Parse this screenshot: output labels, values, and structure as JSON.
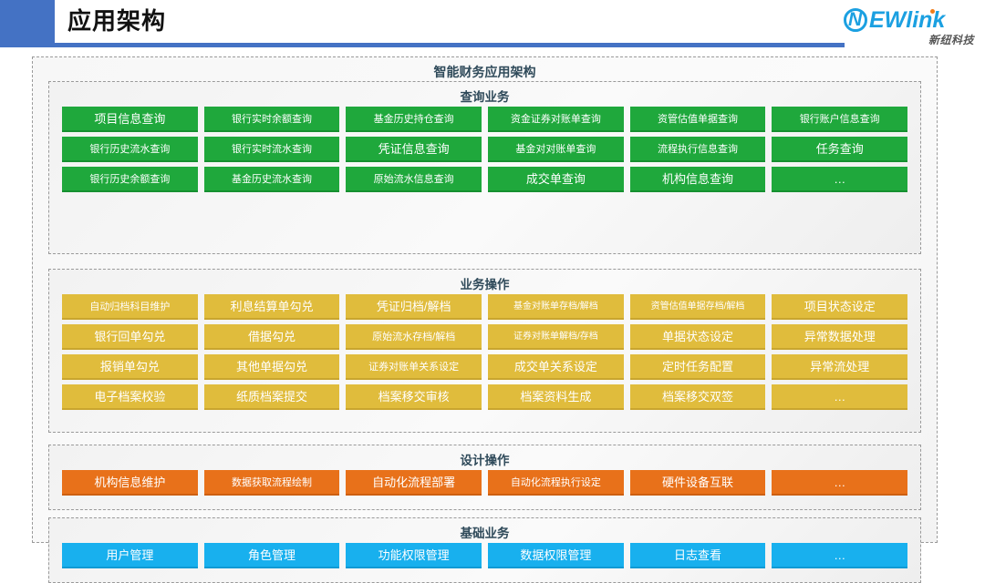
{
  "header": {
    "title": "应用架构",
    "accent_color": "#4472C4",
    "logo": {
      "mark_letter": "N",
      "wordmark": "EWlink",
      "subtitle": "新纽科技",
      "brand_color": "#1BA0E1",
      "dot_color": "#F07D1A"
    }
  },
  "diagram": {
    "title": "智能财务应用架构",
    "groups": [
      {
        "id": "query",
        "title": "查询业务",
        "color": "#1FA83C",
        "rows": [
          [
            "项目信息查询",
            "银行实时余额查询",
            "基金历史持仓查询",
            "资金证券对账单查询",
            "资管估值单据查询",
            "银行账户信息查询"
          ],
          [
            "银行历史流水查询",
            "银行实时流水查询",
            "凭证信息查询",
            "基金对对账单查询",
            "流程执行信息查询",
            "任务查询"
          ],
          [
            "银行历史余额查询",
            "基金历史流水查询",
            "原始流水信息查询",
            "成交单查询",
            "机构信息查询",
            "…"
          ]
        ]
      },
      {
        "id": "ops",
        "title": "业务操作",
        "color": "#E0BC3C",
        "rows": [
          [
            "自动归档科目维护",
            "利息结算单勾兑",
            "凭证归档/解档",
            "基金对账单存档/解档",
            "资管估值单据存档/解档",
            "项目状态设定"
          ],
          [
            "银行回单勾兑",
            "借据勾兑",
            "原始流水存档/解档",
            "证券对账单解档/存档",
            "单据状态设定",
            "异常数据处理"
          ],
          [
            "报销单勾兑",
            "其他单据勾兑",
            "证券对账单关系设定",
            "成交单关系设定",
            "定时任务配置",
            "异常流处理"
          ],
          [
            "电子档案校验",
            "纸质档案提交",
            "档案移交审核",
            "档案资料生成",
            "档案移交双签",
            "…"
          ]
        ]
      },
      {
        "id": "design",
        "title": "设计操作",
        "color": "#E8711A",
        "rows": [
          [
            "机构信息维护",
            "数据获取流程绘制",
            "自动化流程部署",
            "自动化流程执行设定",
            "硬件设备互联",
            "…"
          ]
        ]
      },
      {
        "id": "basic",
        "title": "基础业务",
        "color": "#18B0EE",
        "rows": [
          [
            "用户管理",
            "角色管理",
            "功能权限管理",
            "数据权限管理",
            "日志查看",
            "…"
          ]
        ]
      }
    ]
  }
}
